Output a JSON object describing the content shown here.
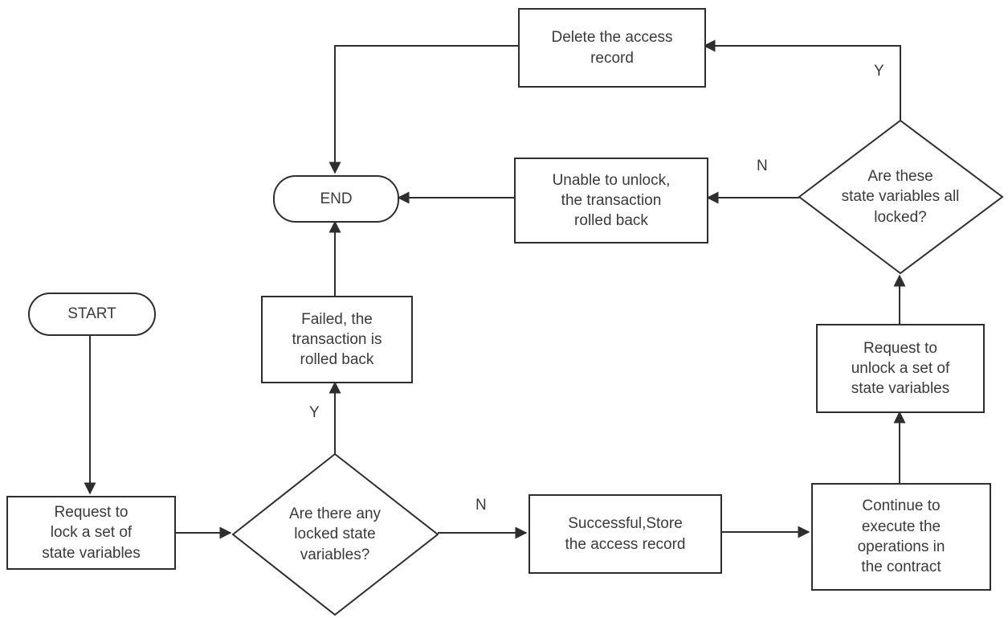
{
  "diagram": {
    "type": "flowchart",
    "colors": {
      "stroke": "#2e2e2e",
      "background": "#ffffff",
      "text": "#3a3a3a"
    },
    "nodes": {
      "start": {
        "label": "START"
      },
      "request_lock": {
        "label": "Request to\nlock a set of\nstate variables"
      },
      "any_locked": {
        "label": "Are there any\nlocked state\nvariables?"
      },
      "failed_rollback": {
        "label": "Failed, the\ntransaction is\nrolled back"
      },
      "end": {
        "label": "END"
      },
      "successful_store": {
        "label": "Successful,Store\nthe access record"
      },
      "continue_execute": {
        "label": "Continue to\nexecute the\noperations in\nthe contract"
      },
      "request_unlock": {
        "label": "Request to\nunlock a set of\nstate variables"
      },
      "all_locked": {
        "label": "Are these\nstate variables all\nlocked?"
      },
      "unable_unlock": {
        "label": "Unable to unlock,\nthe transaction\nrolled back"
      },
      "delete_record": {
        "label": "Delete the access\nrecord"
      }
    },
    "edge_labels": {
      "any_locked_yes": "Y",
      "any_locked_no": "N",
      "all_locked_yes": "Y",
      "all_locked_no": "N"
    }
  }
}
